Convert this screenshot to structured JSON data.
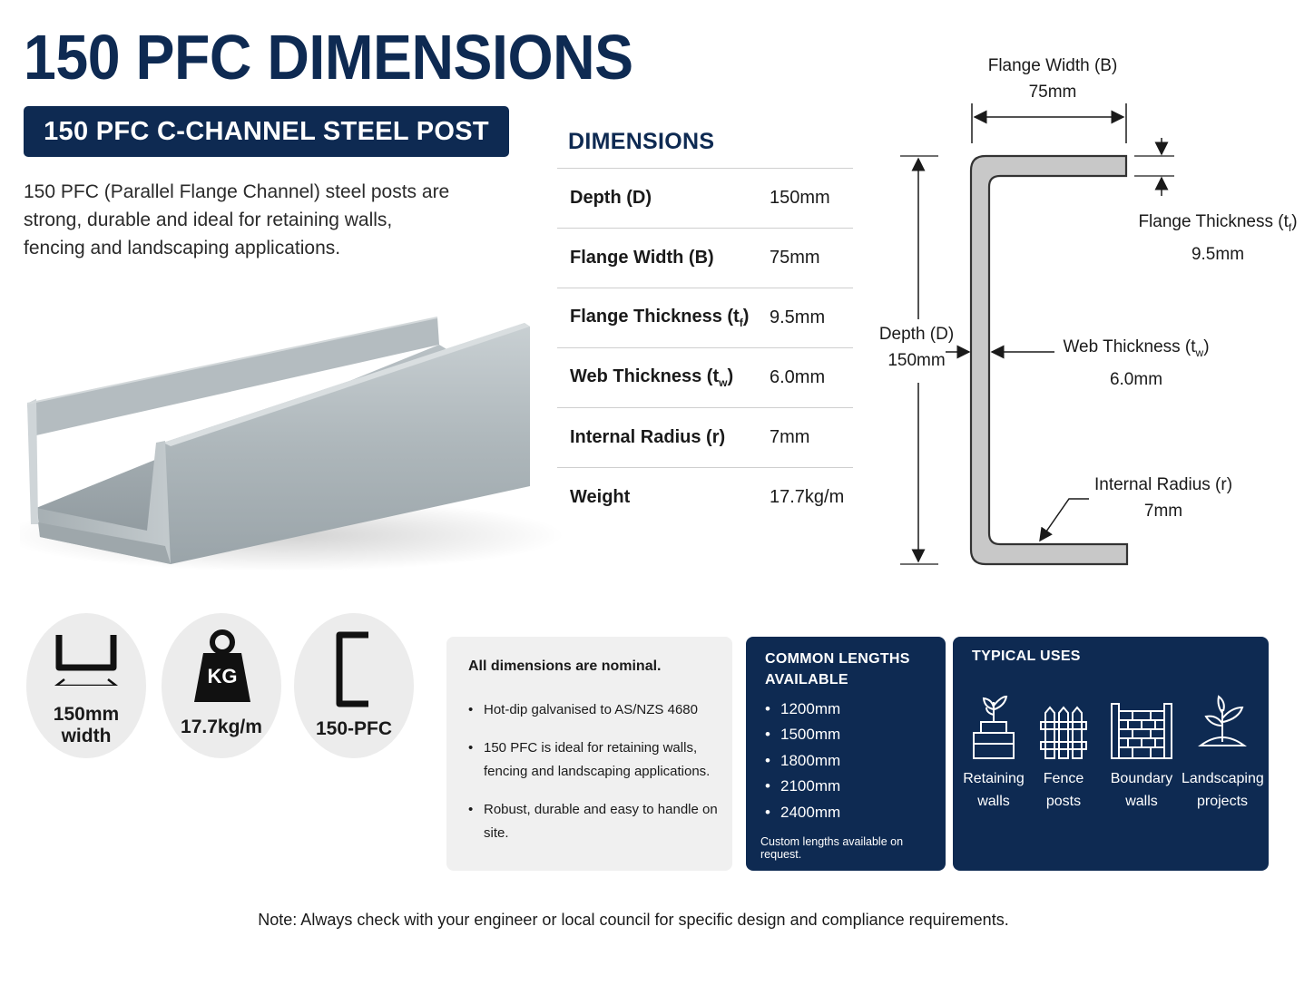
{
  "header": {
    "title": "150 PFC DIMENSIONS",
    "subtitle": "150 PFC C-CHANNEL STEEL POST",
    "description": "150 PFC (Parallel Flange Channel) steel posts are strong, durable and ideal for retaining walls, fencing and landscaping applications."
  },
  "dimensions": {
    "title": "DIMENSIONS",
    "rows": [
      {
        "label": "Depth (D)",
        "value": "150mm"
      },
      {
        "label": "Flange Width (B)",
        "value": "75mm"
      },
      {
        "label": "Flange Thickness (t",
        "sub": "f",
        "label_end": ")",
        "value": "9.5mm"
      },
      {
        "label": "Web Thickness (t",
        "sub": "w",
        "label_end": ")",
        "value": "6.0mm"
      },
      {
        "label": "Internal Radius (r)",
        "value": "7mm"
      },
      {
        "label": "Weight",
        "value": "17.7kg/m"
      }
    ]
  },
  "diagram": {
    "flange_width": {
      "label": "Flange Width (B)",
      "value": "75mm"
    },
    "flange_thickness": {
      "label": "Flange Thickness (t",
      "sub": "f",
      "label_end": ")",
      "value": "9.5mm"
    },
    "depth": {
      "label": "Depth (D)",
      "value": "150mm"
    },
    "web_thickness": {
      "label": "Web Thickness (t",
      "sub": "w",
      "label_end": ")",
      "value": "6.0mm"
    },
    "internal_radius": {
      "label": "Internal Radius (r)",
      "value": "7mm"
    }
  },
  "badges": {
    "width": {
      "value": "150mm",
      "unit": "width"
    },
    "weight": {
      "icon_text": "KG",
      "value": "17.7kg/m"
    },
    "profile": {
      "value": "150-PFC"
    }
  },
  "notes": {
    "heading": "All dimensions are nominal.",
    "items": [
      "Hot-dip galvanised to AS/NZS 4680",
      "150 PFC is ideal for retaining walls, fencing and landscaping applications.",
      "Robust, durable and easy to handle on site."
    ]
  },
  "lengths": {
    "heading_line1": "COMMON LENGTHS",
    "heading_line2": "AVAILABLE",
    "items": [
      "1200mm",
      "1500mm",
      "1800mm",
      "2100mm",
      "2400mm"
    ],
    "footnote": "Custom lengths available on request."
  },
  "uses": {
    "heading": "TYPICAL USES",
    "items": [
      {
        "line1": "Retaining",
        "line2": "walls",
        "icon": "retaining-wall-icon"
      },
      {
        "line1": "Fence",
        "line2": "posts",
        "icon": "fence-icon"
      },
      {
        "line1": "Boundary",
        "line2": "walls",
        "icon": "brick-wall-icon"
      },
      {
        "line1": "Landscaping",
        "line2": "projects",
        "icon": "plant-icon"
      }
    ]
  },
  "footer": {
    "note": "Note: Always check with your engineer or local council for specific design and compliance requirements."
  },
  "colors": {
    "brand_navy": "#0e2a52",
    "steel_grey": "#c8c8c8",
    "panel_grey": "#f0f0f0"
  }
}
